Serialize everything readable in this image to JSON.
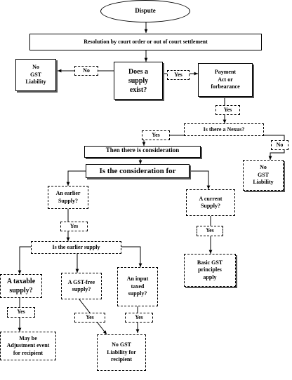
{
  "nodes": {
    "dispute": "Dispute",
    "resolution": "Resolution by court order or out of court settlement",
    "no_gst_1": "No\nGST\nLiability",
    "does_supply_exist": "Does a\nsupply\nexist?",
    "payment_act": "Payment\nAct or\nforbearance",
    "is_nexus": "Is there a Nexus?",
    "then_consideration": "Then there is consideration",
    "no_gst_2": "No\nGST\nLiability",
    "is_consideration_for": "Is the consideration for",
    "earlier_supply": "An earlier\nSupply?",
    "current_supply": "A current\nSupply?",
    "is_earlier_supply": "Is the earlier supply",
    "taxable_supply": "A taxable\nsupply?",
    "gst_free_supply": "A GST-free\nsupply?",
    "input_taxed_supply": "An input\ntaxed\nsupply?",
    "basic_gst": "Basic GST\nprinciples\napply",
    "adjustment_event": "May be\nAdjustment event\nfor recipient",
    "no_gst_recipient": "No GST\nLiability for\nrecipient"
  },
  "labels": {
    "no_supply": "No",
    "yes_supply": "Yes",
    "yes_payment": "Yes",
    "yes_nexus": "Yes",
    "no_nexus": "No",
    "yes_earlier": "Yes",
    "yes_current": "Yes",
    "yes_taxable": "Yes",
    "yes_gst_free": "Yes",
    "yes_input_taxed": "Yes"
  }
}
